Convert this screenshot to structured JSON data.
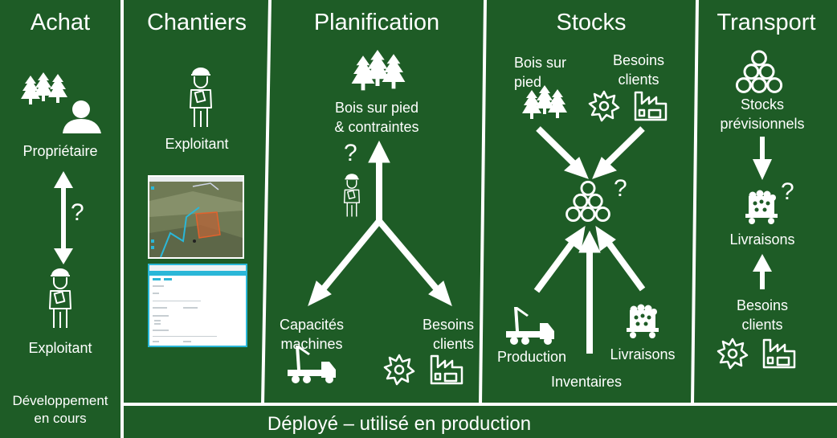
{
  "columns": {
    "achat": {
      "header": "Achat",
      "proprietaire": "Propriétaire",
      "exploitant": "Exploitant",
      "question": "?",
      "status_line1": "Développement",
      "status_line2": "en cours"
    },
    "chantiers": {
      "header": "Chantiers",
      "exploitant": "Exploitant"
    },
    "planification": {
      "header": "Planification",
      "bois_line1": "Bois sur pied",
      "bois_line2": "& contraintes",
      "question": "?",
      "capacites_line1": "Capacités",
      "capacites_line2": "machines",
      "besoins_line1": "Besoins",
      "besoins_line2": "clients"
    },
    "stocks": {
      "header": "Stocks",
      "bois_line1": "Bois sur",
      "bois_line2": "pied",
      "besoins_line1": "Besoins",
      "besoins_line2": "clients",
      "question": "?",
      "production": "Production",
      "inventaires": "Inventaires",
      "livraisons": "Livraisons"
    },
    "transport": {
      "header": "Transport",
      "stocks_line1": "Stocks",
      "stocks_line2": "prévisionnels",
      "question": "?",
      "livraisons": "Livraisons",
      "besoins_line1": "Besoins",
      "besoins_line2": "clients"
    }
  },
  "footer": "Déployé – utilisé en production",
  "colors": {
    "background": "#1e5c26",
    "foreground": "#ffffff",
    "accent": "#2ab7d8"
  },
  "icons": [
    "trees-icon",
    "person-icon",
    "worker-icon",
    "log-pile-icon",
    "factory-icon",
    "sawblade-icon",
    "forestry-machine-icon",
    "timber-truck-icon",
    "map-screenshot",
    "form-screenshot"
  ]
}
